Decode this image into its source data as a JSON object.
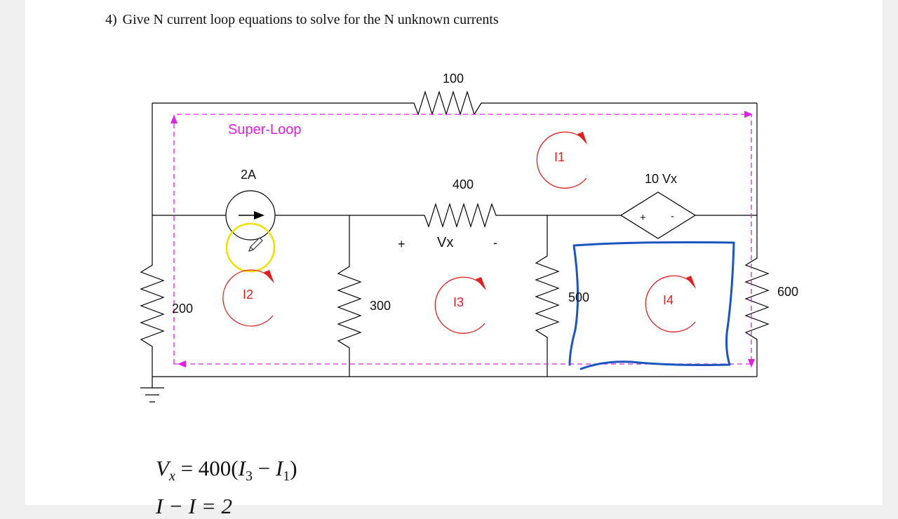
{
  "question": {
    "number": "4)",
    "text": "Give N current loop equations to solve for the N unknown currents"
  },
  "components": {
    "r_top": "100",
    "r_mid": "400",
    "r_left": "200",
    "r_300": "300",
    "r_500": "500",
    "r_600": "600",
    "current_source": "2A",
    "dependent_source": "10 Vx",
    "dep_plus": "+",
    "dep_minus": "-",
    "vx_label": "Vx",
    "vx_plus": "+",
    "vx_minus": "-"
  },
  "loops": {
    "super_loop": "Super-Loop",
    "i1": "I1",
    "i2": "I2",
    "i3": "I3",
    "i4": "I4"
  },
  "equations": {
    "eq1": {
      "v": "V",
      "v_sub": "x",
      "rhs_prefix": " = 400(",
      "i3": "I",
      "i3_sub": "3",
      "minus": " − ",
      "i1": "I",
      "i1_sub": "1",
      "close": ")"
    },
    "eq2_partial": "I  − I  = 2"
  },
  "colors": {
    "wire": "#000000",
    "loop_red": "#e02020",
    "super_loop_magenta": "#e020e0",
    "annotation_blue": "#1a55c0",
    "highlight_yellow": "#f0e000"
  }
}
